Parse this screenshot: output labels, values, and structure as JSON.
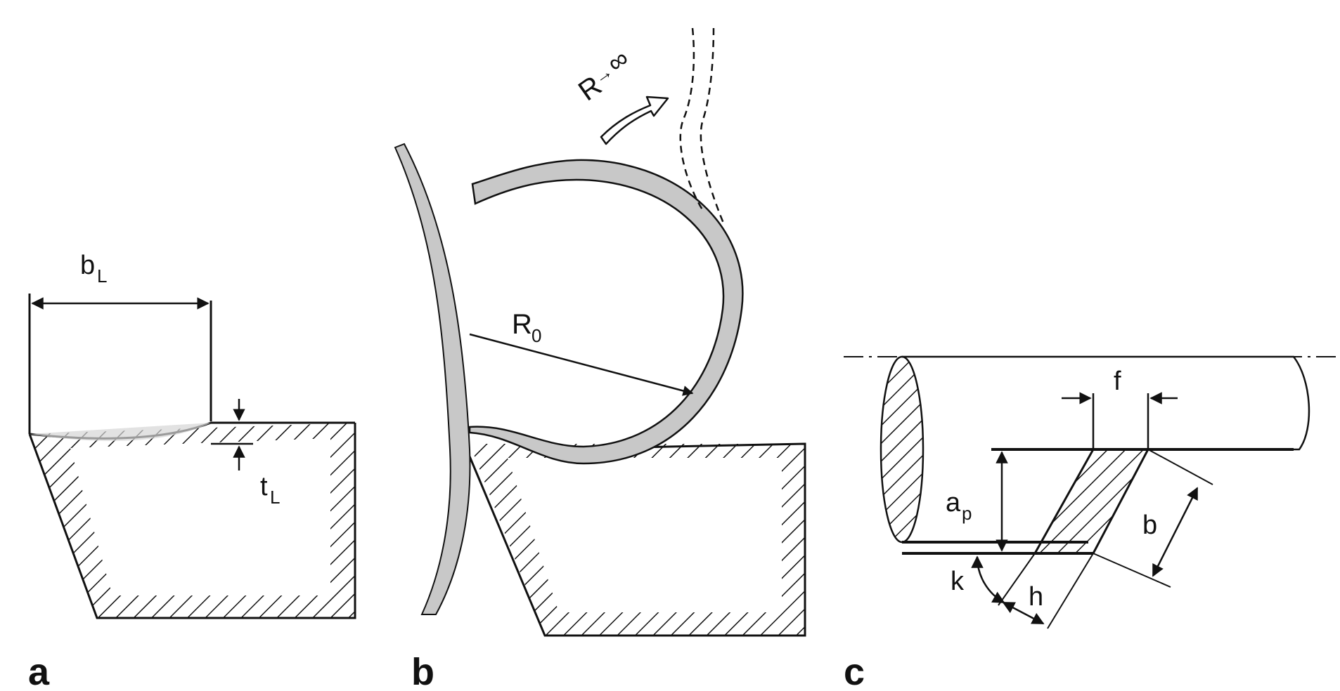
{
  "panels": {
    "a": {
      "letter": "a",
      "width_label": "b",
      "width_sub": "L",
      "thickness_label": "t",
      "thickness_sub": "L"
    },
    "b": {
      "letter": "b",
      "radius_label": "R",
      "radius_sub": "0",
      "limit_label": "R",
      "limit_arrow": "→",
      "limit_value": "∞"
    },
    "c": {
      "letter": "c",
      "feed_label": "f",
      "depth_label": "a",
      "depth_sub": "p",
      "width_label": "b",
      "thickness_label": "h",
      "angle_label": "k"
    }
  },
  "colors": {
    "stroke": "#111111",
    "chip_fill": "#c8c8c8",
    "background": "#ffffff"
  }
}
